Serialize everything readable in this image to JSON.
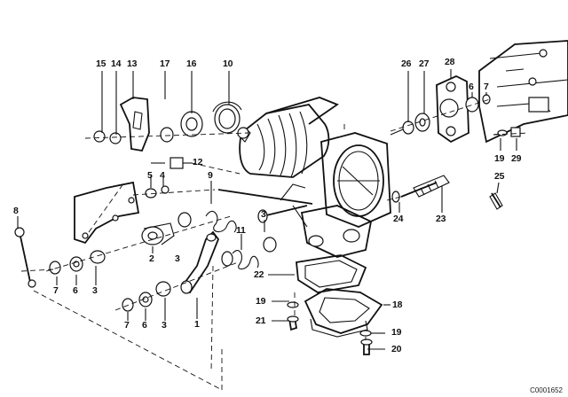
{
  "diagram": {
    "drawing_code": "C0001652",
    "callouts": [
      {
        "id": "c15",
        "text": "15"
      },
      {
        "id": "c14",
        "text": "14"
      },
      {
        "id": "c13",
        "text": "13"
      },
      {
        "id": "c17",
        "text": "17"
      },
      {
        "id": "c16",
        "text": "16"
      },
      {
        "id": "c10",
        "text": "10"
      },
      {
        "id": "c12",
        "text": "12"
      },
      {
        "id": "c5",
        "text": "5"
      },
      {
        "id": "c4",
        "text": "4"
      },
      {
        "id": "c9",
        "text": "9"
      },
      {
        "id": "c8",
        "text": "8"
      },
      {
        "id": "c2",
        "text": "2"
      },
      {
        "id": "c3a",
        "text": "3"
      },
      {
        "id": "c3b",
        "text": "3"
      },
      {
        "id": "c7a",
        "text": "7"
      },
      {
        "id": "c6a",
        "text": "6"
      },
      {
        "id": "c3c",
        "text": "3"
      },
      {
        "id": "c7b",
        "text": "7"
      },
      {
        "id": "c6b",
        "text": "6"
      },
      {
        "id": "c3d",
        "text": "3"
      },
      {
        "id": "c1",
        "text": "1"
      },
      {
        "id": "c11",
        "text": "11"
      },
      {
        "id": "c22",
        "text": "22"
      },
      {
        "id": "c19a",
        "text": "19"
      },
      {
        "id": "c21",
        "text": "21"
      },
      {
        "id": "c18",
        "text": "18"
      },
      {
        "id": "c19b",
        "text": "19"
      },
      {
        "id": "c20",
        "text": "20"
      },
      {
        "id": "c24",
        "text": "24"
      },
      {
        "id": "c23",
        "text": "23"
      },
      {
        "id": "c26",
        "text": "26"
      },
      {
        "id": "c27",
        "text": "27"
      },
      {
        "id": "c28",
        "text": "28"
      },
      {
        "id": "c6c",
        "text": "6"
      },
      {
        "id": "c7c",
        "text": "7"
      },
      {
        "id": "c19c",
        "text": "19"
      },
      {
        "id": "c29",
        "text": "29"
      },
      {
        "id": "c25",
        "text": "25"
      }
    ]
  }
}
